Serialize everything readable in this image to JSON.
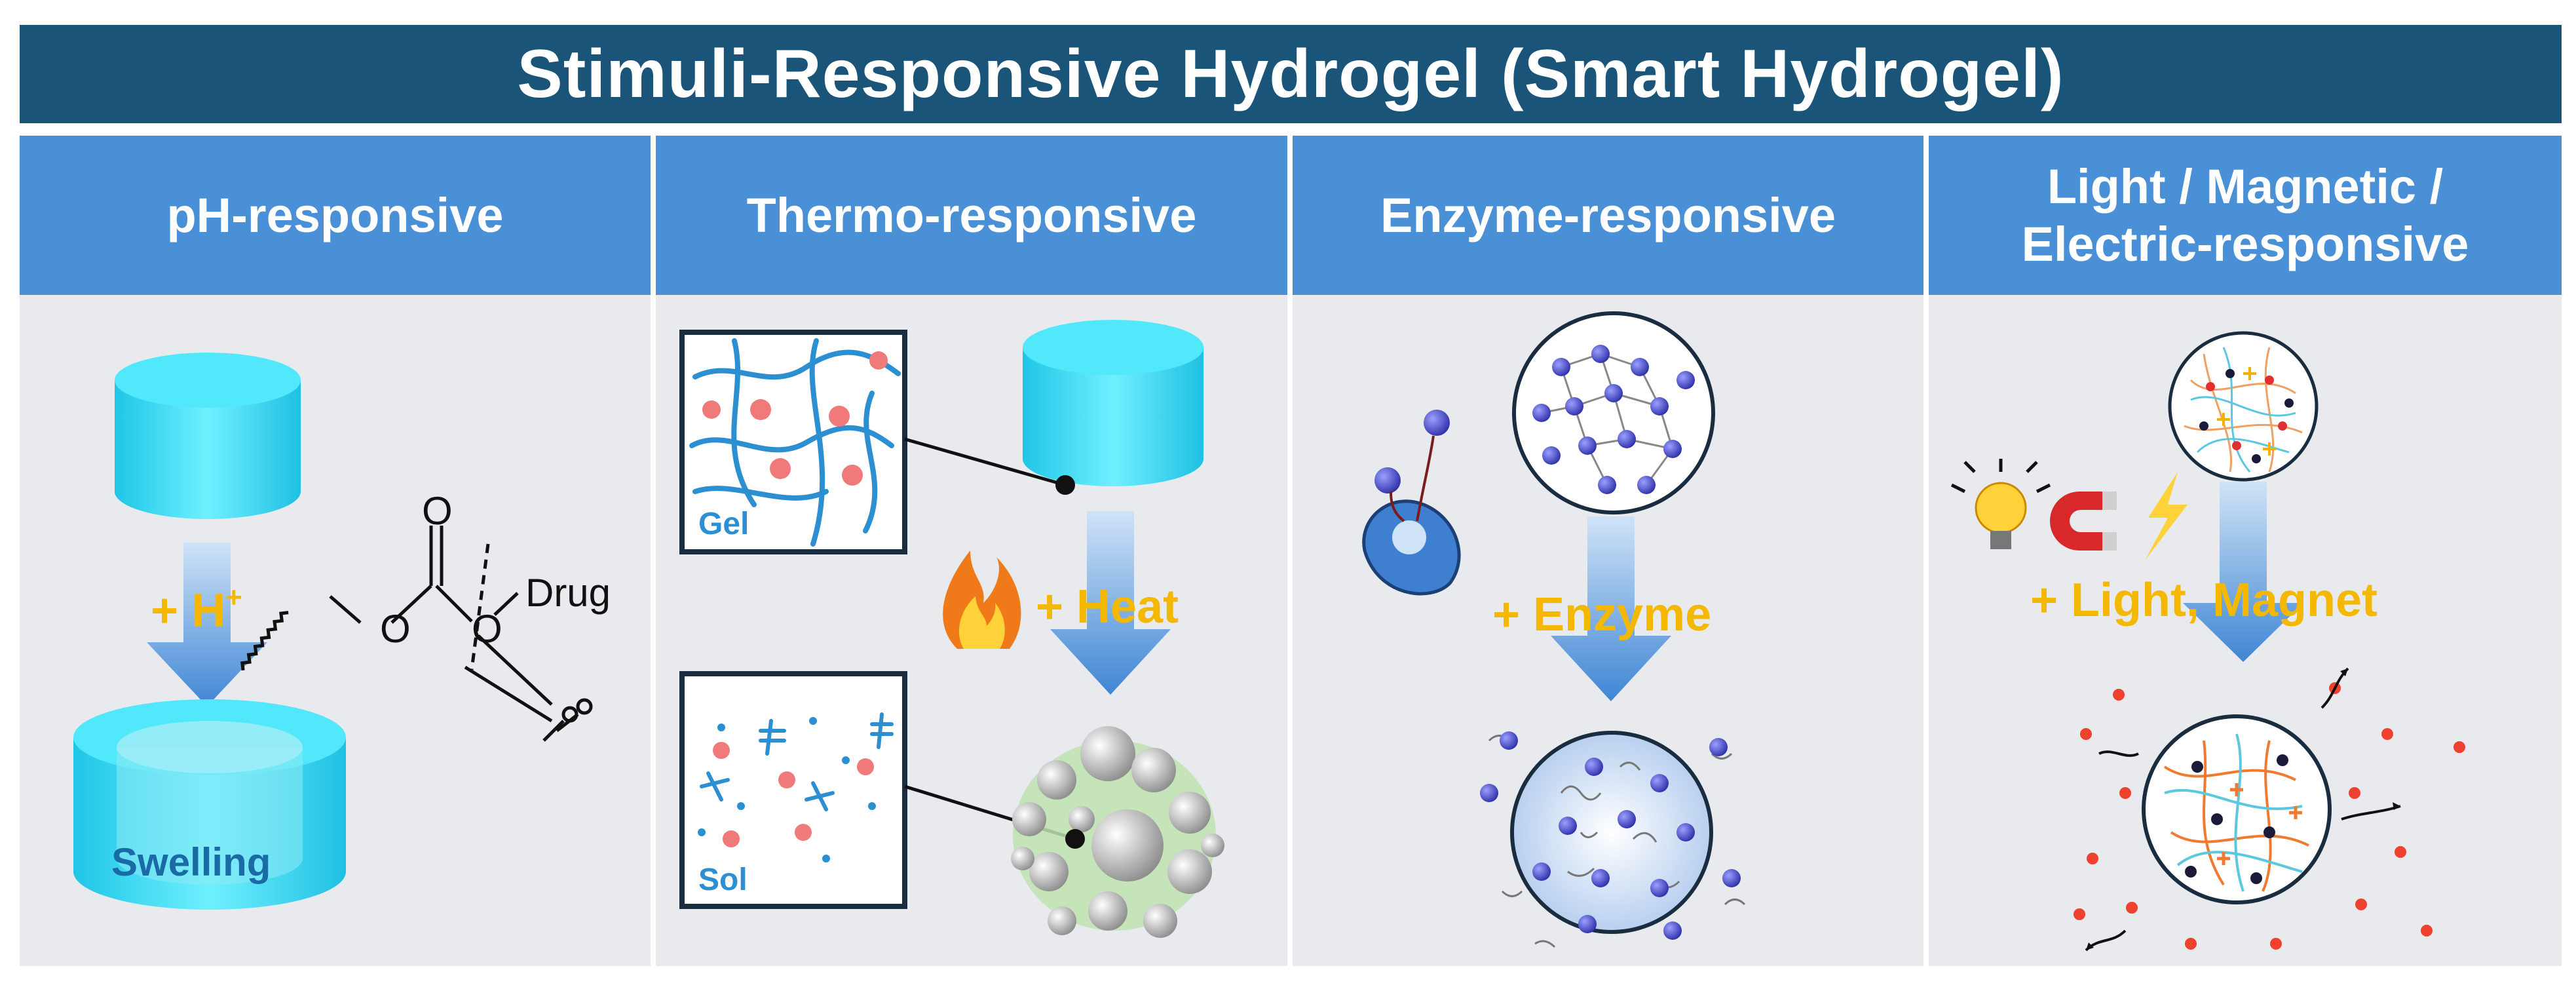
{
  "title": "Stimuli-Responsive Hydrogel (Smart Hydrogel)",
  "panels": [
    {
      "heading": "pH-responsive",
      "stimulus": "+ H",
      "stimulus_sup": "+",
      "state_label": "Swelling",
      "molecule_label": "Drug",
      "atom_label": "O"
    },
    {
      "heading": "Thermo-responsive",
      "stimulus": "+ Heat",
      "gel_label": "Gel",
      "sol_label": "Sol"
    },
    {
      "heading": "Enzyme-responsive",
      "stimulus": "+ Enzyme"
    },
    {
      "heading": "Light / Magnetic /\nElectric-responsive",
      "stimulus": "+ Light, Magnet"
    }
  ],
  "colors": {
    "title_bg": "#1a5479",
    "header_bg": "#4a90d6",
    "panel_bg": "#e8eaee",
    "hydrogel": "#3fe0f5",
    "stimulus_text": "#f5b800",
    "arrow": "#4a90d6",
    "particle_red": "#f07a7a",
    "particle_blue": "#4c4fc8"
  },
  "icons": [
    "fire-icon",
    "lightbulb-icon",
    "magnet-icon",
    "lightning-icon",
    "scissors-icon",
    "enzyme-icon"
  ]
}
